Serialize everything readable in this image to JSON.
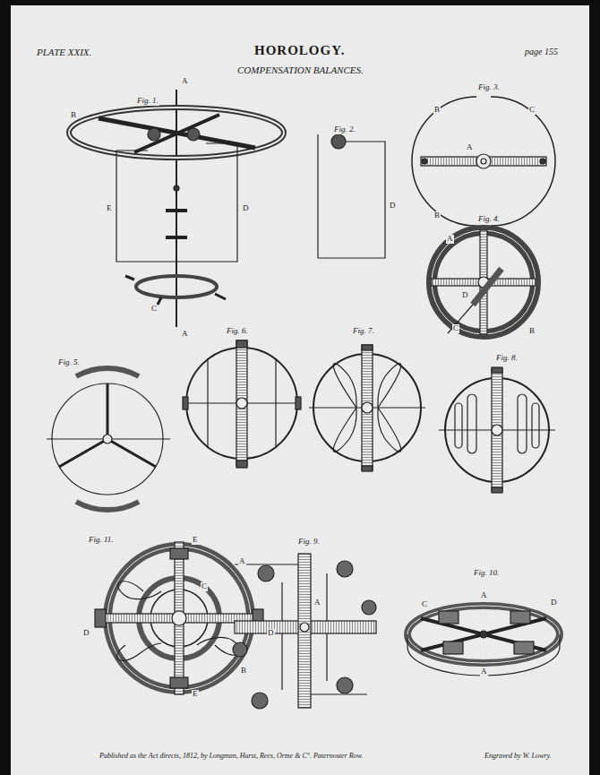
{
  "diagram": {
    "title": "HOROLOGY.",
    "labels": [
      "PLATE XXIX.",
      "page 155",
      "COMPENSATION BALANCES.",
      "Fig. 1.",
      "Fig. 2.",
      "Fig. 3.",
      "Fig. 4.",
      "Fig. 5.",
      "Fig. 6.",
      "Fig. 7.",
      "Fig. 8.",
      "Fig. 9.",
      "Fig. 10.",
      "Fig. 11.",
      "A",
      "B",
      "E",
      "D",
      "C",
      "A",
      "D",
      "B",
      "C",
      "A",
      "B",
      "A",
      "D",
      "C",
      "B",
      "E",
      "A",
      "C",
      "D",
      "D",
      "E",
      "A",
      "B",
      "A",
      "C",
      "D",
      "A",
      "Published as the Act directs, 1812, by Longman, Hurst, Rees, Orme & C°. Paternoster Row.",
      "Engraved by W. Lowry."
    ]
  }
}
